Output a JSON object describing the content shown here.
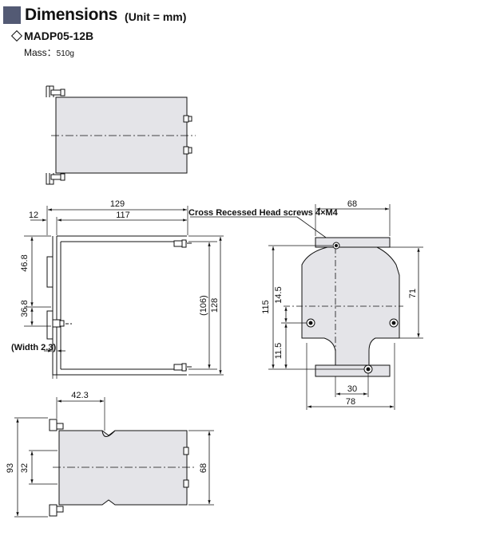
{
  "header": {
    "title": "Dimensions",
    "unit": "(Unit = mm)"
  },
  "model": "MADP05-12B",
  "mass": {
    "label": "Mass：",
    "value": "510g"
  },
  "dims": {
    "d129": "129",
    "d117": "117",
    "d12": "12",
    "d468": "46.8",
    "d368": "36.8",
    "width": "(Width 2.3)",
    "d106": "(106)",
    "d128": "128",
    "screws": "Cross Recessed Head screws 4×M4",
    "d68top": "68",
    "d115": "115",
    "d145": "14.5",
    "d115s": "11.5",
    "d71": "71",
    "d30": "30",
    "d78": "78",
    "d423": "42.3",
    "d93": "93",
    "d32": "32",
    "d68side": "68"
  },
  "colors": {
    "accent": "#535a74",
    "body_fill": "#e4e4e8",
    "line": "#111111"
  }
}
